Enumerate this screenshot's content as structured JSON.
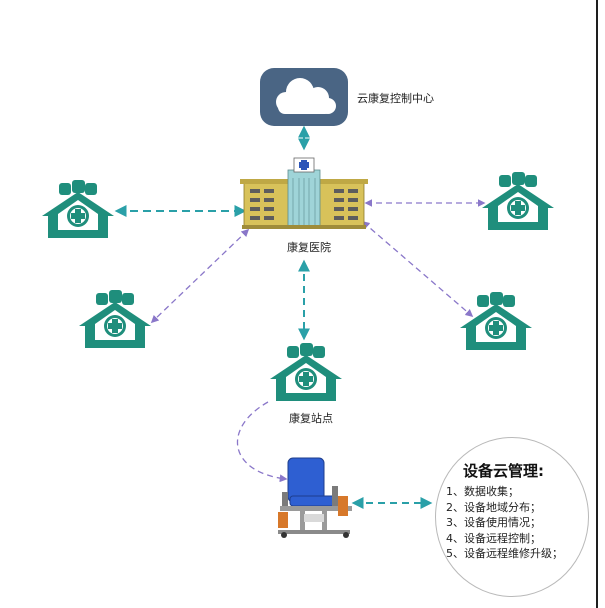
{
  "nodes": {
    "cloud_center": {
      "label": "云康复控制中心",
      "icon": "cloud-icon"
    },
    "hospital": {
      "label": "康复医院",
      "icon": "hospital-building-icon"
    },
    "station": {
      "label": "康复站点",
      "icon": "medical-house-icon"
    },
    "satellite_icon": "medical-house-icon",
    "device_icon": "rehab-chair-icon"
  },
  "panel": {
    "title": "设备云管理:",
    "items": [
      "1、数据收集；",
      "2、设备地域分布；",
      "3、设备使用情况；",
      "4、设备远程控制；",
      "5、设备远程维修升级；"
    ]
  },
  "colors": {
    "teal": "#1f8e7c",
    "cloud": "#4a6584",
    "arrow_teal": "#2aa0a8",
    "arrow_purple": "#8a77c9",
    "building": "#d8c25a"
  }
}
